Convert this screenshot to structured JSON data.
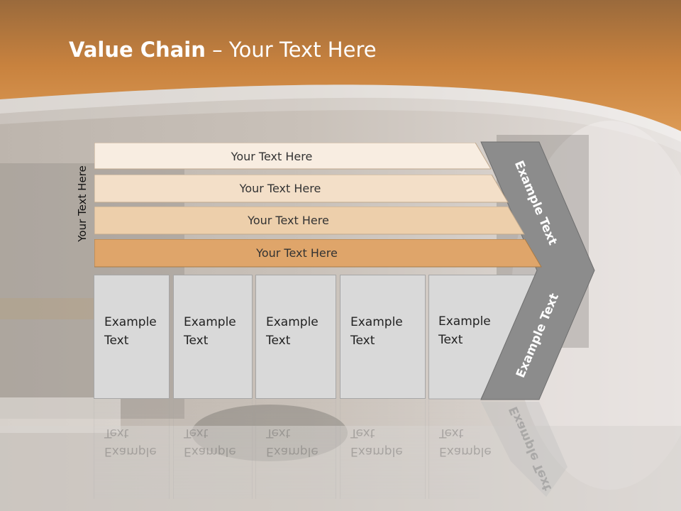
{
  "title": {
    "bold": "Value Chain",
    "rest": " – Your Text Here"
  },
  "vertical_label": "Your Text Here",
  "bars": [
    {
      "label": "Your Text Here",
      "color": "#f8ede1"
    },
    {
      "label": "Your Text Here",
      "color": "#f3dfc8"
    },
    {
      "label": "Your Text Here",
      "color": "#edcfab"
    },
    {
      "label": "Your Text Here",
      "color": "#dfa56a"
    }
  ],
  "boxes": [
    {
      "line1": "Example",
      "line2": "Text"
    },
    {
      "line1": "Example",
      "line2": "Text"
    },
    {
      "line1": "Example",
      "line2": "Text"
    },
    {
      "line1": "Example",
      "line2": "Text"
    },
    {
      "line1": "Example",
      "line2": "Text"
    }
  ],
  "chevron": {
    "upper": "Example Text",
    "lower": "Example Text",
    "color": "#8c8c8c"
  },
  "colors": {
    "header": "#c8823e",
    "accent": "#dfa56a"
  }
}
